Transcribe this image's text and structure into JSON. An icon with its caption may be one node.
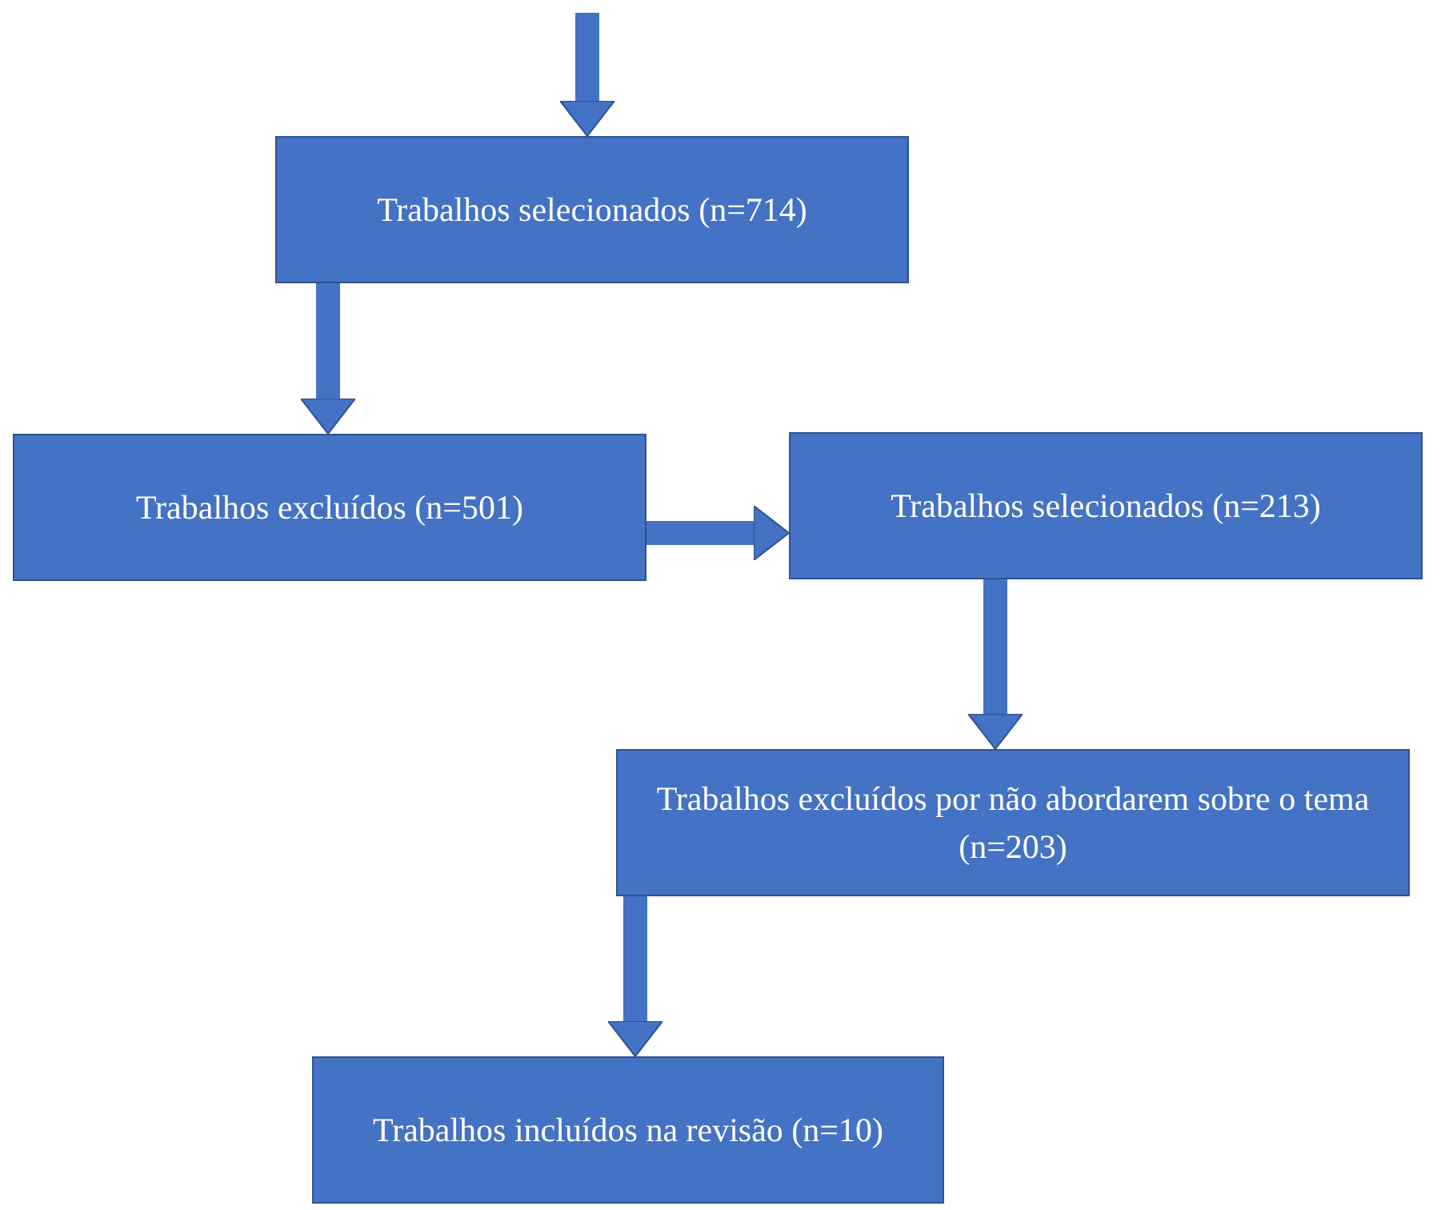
{
  "diagram": {
    "nodes": [
      {
        "text": [
          "Trabalhos selecionados (n=714)"
        ]
      },
      {
        "text": [
          "Trabalhos excluídos (n=501)"
        ]
      },
      {
        "text": [
          "Trabalhos selecionados (n=213)"
        ]
      },
      {
        "text": [
          "Trabalhos excluídos por não abordarem sobre o tema (n=203)"
        ]
      },
      {
        "text": [
          "Trabalhos incluídos na revisão (n=10)"
        ]
      }
    ],
    "edges": [
      {
        "from": null,
        "to": 0,
        "arrow": "to"
      },
      {
        "from": 0,
        "to": 1,
        "arrow": "to"
      },
      {
        "from": 1,
        "to": 2,
        "arrow": "to"
      },
      {
        "from": 2,
        "to": 3,
        "arrow": "to"
      },
      {
        "from": 3,
        "to": 4,
        "arrow": "to"
      }
    ]
  }
}
